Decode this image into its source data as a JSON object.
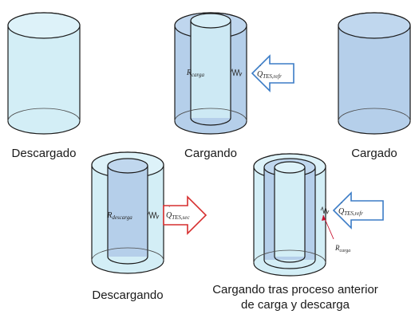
{
  "colors": {
    "empty": "#d3eef6",
    "charged": "#b5cfea",
    "outline": "#1b1b1b",
    "arrow_in": "#3b7cc6",
    "arrow_out": "#d62e2e",
    "marker": "#c8102e"
  },
  "labels": {
    "descargado": "Descargado",
    "cargando": "Cargando",
    "cargado": "Cargado",
    "descargando": "Descargando",
    "tras_line1": "Cargando tras proceso anterior",
    "tras_line2": "de carga y descarga"
  },
  "math": {
    "r_carga": {
      "base": "R",
      "sub": "carga"
    },
    "r_descarga": {
      "base": "R",
      "sub": "descarga"
    },
    "q_tes_refr": {
      "base": "Q",
      "sub": "TES,refr"
    },
    "q_tes_sec": {
      "base": "Q",
      "sub": "TES,sec"
    }
  }
}
